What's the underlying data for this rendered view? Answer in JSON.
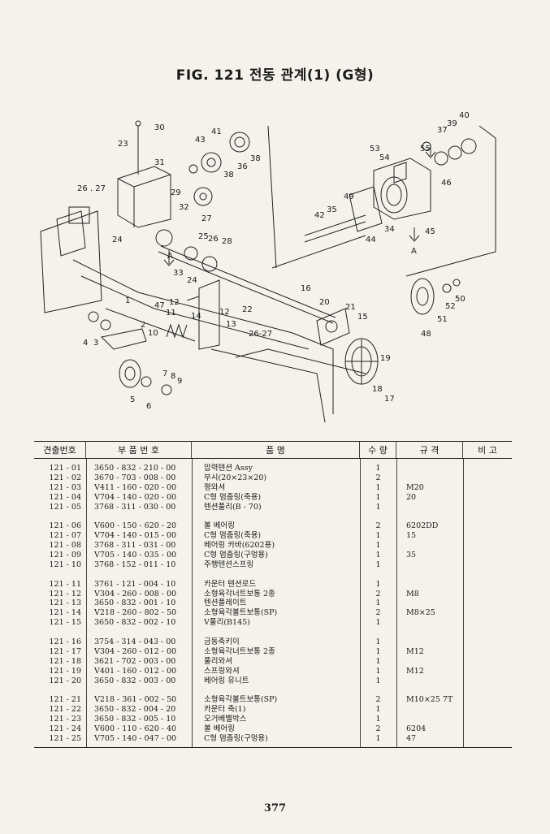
{
  "title": "FIG. 121 전동 관계(1) (G형)",
  "callouts": [
    "30",
    "31",
    "23",
    "26 . 27",
    "43",
    "41",
    "38",
    "36",
    "38",
    "29",
    "32",
    "27",
    "25",
    "26",
    "28",
    "24",
    "33",
    "24",
    "47",
    "12",
    "11",
    "14",
    "12",
    "13",
    "22",
    "1",
    "2",
    "3",
    "4",
    "10",
    "5",
    "6",
    "7",
    "8",
    "9",
    "26-27",
    "16",
    "20",
    "21",
    "15",
    "19",
    "18",
    "17",
    "53",
    "54",
    "55",
    "37",
    "39",
    "40",
    "49",
    "42",
    "35",
    "44",
    "34",
    "46",
    "45",
    "A",
    "A",
    "50",
    "52",
    "51",
    "48"
  ],
  "table": {
    "headers": [
      "견출번호",
      "부 품 번 호",
      "품 명",
      "수 량",
      "규 격",
      "비 고"
    ],
    "rows": [
      {
        "no": "121 - 01",
        "part": "3650 - 832 - 210 - 00",
        "name": "압력텐션 Assy",
        "qty": "1",
        "spec": "",
        "note": ""
      },
      {
        "no": "121 - 02",
        "part": "3670 - 703 - 008 - 00",
        "name": "부시(20×23×20)",
        "qty": "2",
        "spec": "",
        "note": ""
      },
      {
        "no": "121 - 03",
        "part": "V411 - 160 - 020 - 00",
        "name": "평와셔",
        "qty": "1",
        "spec": "M20",
        "note": ""
      },
      {
        "no": "121 - 04",
        "part": "V704 - 140 - 020 - 00",
        "name": "C형 멈춤링(축용)",
        "qty": "1",
        "spec": "20",
        "note": ""
      },
      {
        "no": "121 - 05",
        "part": "3768 - 311 - 030 - 00",
        "name": "텐션풀리(B - 70)",
        "qty": "1",
        "spec": "",
        "note": ""
      },
      {
        "gap": true
      },
      {
        "no": "121 - 06",
        "part": "V600 - 150 - 620 - 20",
        "name": "볼 베어링",
        "qty": "2",
        "spec": "6202DD",
        "note": ""
      },
      {
        "no": "121 - 07",
        "part": "V704 - 140 - 015 - 00",
        "name": "C형 멈춤링(축용)",
        "qty": "1",
        "spec": "15",
        "note": ""
      },
      {
        "no": "121 - 08",
        "part": "3768 - 311 - 031 - 00",
        "name": "베어링 카바(6202용)",
        "qty": "1",
        "spec": "",
        "note": ""
      },
      {
        "no": "121 - 09",
        "part": "V705 - 140 - 035 - 00",
        "name": "C형 멈춤링(구멍용)",
        "qty": "1",
        "spec": "35",
        "note": ""
      },
      {
        "no": "121 - 10",
        "part": "3768 - 152 - 011 - 10",
        "name": "주행텐션스프링",
        "qty": "1",
        "spec": "",
        "note": ""
      },
      {
        "gap": true
      },
      {
        "no": "121 - 11",
        "part": "3761 - 121 - 004 - 10",
        "name": "카운터 텐션로드",
        "qty": "1",
        "spec": "",
        "note": ""
      },
      {
        "no": "121 - 12",
        "part": "V304 - 260 - 008 - 00",
        "name": "소형육각너트보통 2종",
        "qty": "2",
        "spec": "M8",
        "note": ""
      },
      {
        "no": "121 - 13",
        "part": "3650 - 832 - 001 - 10",
        "name": "텐션플레이트",
        "qty": "1",
        "spec": "",
        "note": ""
      },
      {
        "no": "121 - 14",
        "part": "V218 - 260 - 802 - 50",
        "name": "소형육각볼트보통(SP)",
        "qty": "2",
        "spec": "M8×25",
        "note": ""
      },
      {
        "no": "121 - 15",
        "part": "3650 - 832 - 002 - 10",
        "name": "V풀리(B145)",
        "qty": "1",
        "spec": "",
        "note": ""
      },
      {
        "gap": true
      },
      {
        "no": "121 - 16",
        "part": "3754 - 314 - 043 - 00",
        "name": "금동축키이",
        "qty": "1",
        "spec": "",
        "note": ""
      },
      {
        "no": "121 - 17",
        "part": "V304 - 260 - 012 - 00",
        "name": "소형육각너트보통 2종",
        "qty": "1",
        "spec": "M12",
        "note": ""
      },
      {
        "no": "121 - 18",
        "part": "3621 - 702 - 003 - 00",
        "name": "풀리와셔",
        "qty": "1",
        "spec": "",
        "note": ""
      },
      {
        "no": "121 - 19",
        "part": "V401 - 160 - 012 - 00",
        "name": "스프링와셔",
        "qty": "1",
        "spec": "M12",
        "note": ""
      },
      {
        "no": "121 - 20",
        "part": "3650 - 832 - 003 - 00",
        "name": "베어링 유니트",
        "qty": "1",
        "spec": "",
        "note": ""
      },
      {
        "gap": true
      },
      {
        "no": "121 - 21",
        "part": "V218 - 361 - 002 - 50",
        "name": "소형육각볼트보통(SP)",
        "qty": "2",
        "spec": "M10×25 7T",
        "note": ""
      },
      {
        "no": "121 - 22",
        "part": "3650 - 832 - 004 - 20",
        "name": "카운터 축(1)",
        "qty": "1",
        "spec": "",
        "note": ""
      },
      {
        "no": "121 - 23",
        "part": "3650 - 832 - 005 - 10",
        "name": "오거베벨박스",
        "qty": "1",
        "spec": "",
        "note": ""
      },
      {
        "no": "121 - 24",
        "part": "V600 - 110 - 620 - 40",
        "name": "볼 베어링",
        "qty": "2",
        "spec": "6204",
        "note": ""
      },
      {
        "no": "121 - 25",
        "part": "V705 - 140 - 047 - 00",
        "name": "C형 멈춤링(구멍용)",
        "qty": "1",
        "spec": "47",
        "note": ""
      }
    ]
  },
  "page_number": "377"
}
